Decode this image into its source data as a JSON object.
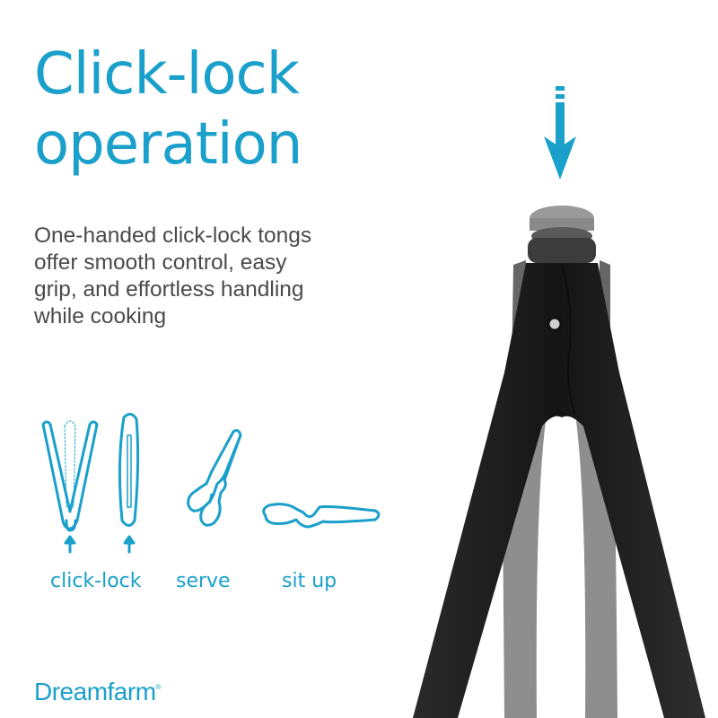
{
  "headline": {
    "line1": "Click-lock",
    "line2": "operation"
  },
  "description": "One-handed click-lock tongs offer smooth control, easy grip, and effortless handling while cooking",
  "modes": [
    {
      "label": "click-lock",
      "icon": "tongs-open-closed-icon"
    },
    {
      "label": "serve",
      "icon": "tongs-serve-icon"
    },
    {
      "label": "sit up",
      "icon": "tongs-sit-up-icon"
    }
  ],
  "brand": {
    "name": "Dreamfarm",
    "mark": "®"
  },
  "colors": {
    "accent": "#1aa0cb",
    "text": "#4a4a4a",
    "product_dark": "#1e1e1e",
    "product_grey": "#8a8a8a"
  }
}
